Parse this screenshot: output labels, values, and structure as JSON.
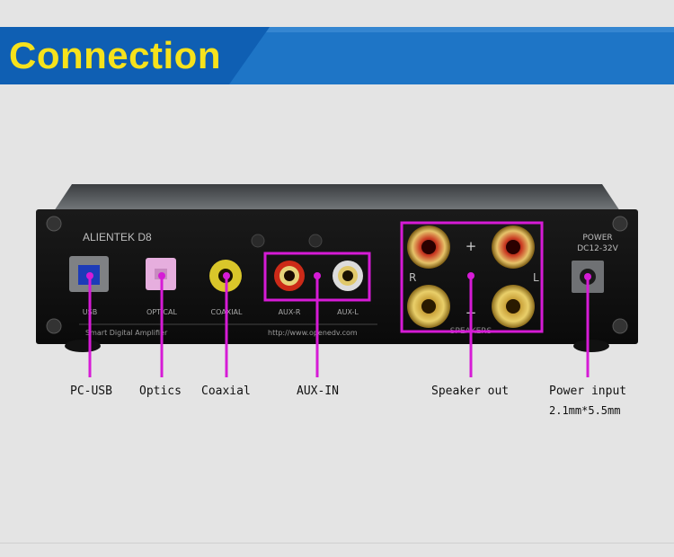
{
  "banner": {
    "title": "Connection",
    "color_yellow": "#f6e21c",
    "color_blue": "#1e75c6"
  },
  "device": {
    "brand": "ALIENTEK D8",
    "subtitle": "Smart Digital Amplifier",
    "url": "http://www.openedv.com",
    "power_label": "POWER",
    "power_spec": "DC12-32V",
    "panel_labels": {
      "usb": "USB",
      "optical": "OPTICAL",
      "coaxial": "COAXIAL",
      "aux_r": "AUX-R",
      "aux_l": "AUX-L",
      "speakers": "SPEAKERS",
      "r": "R",
      "l": "L"
    }
  },
  "callouts": {
    "pc_usb": "PC-USB",
    "optics": "Optics",
    "coaxial": "Coaxial",
    "aux_in": "AUX-IN",
    "speaker_out": "Speaker out",
    "power_input": "Power input",
    "power_size": "2.1mm*5.5mm",
    "line_color": "#d61bd6"
  }
}
